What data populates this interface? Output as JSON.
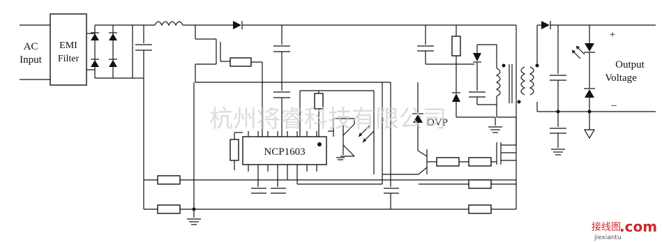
{
  "labels": {
    "ac": "AC",
    "input": "Input",
    "emi1": "EMI",
    "emi2": "Filter",
    "ic": "NCP1603",
    "ovp": "OVP",
    "plus": "+",
    "output1": "Output",
    "output2": "Voltage",
    "minus": "–"
  },
  "watermark": {
    "company": "杭州将睿科技有限公司",
    "site_name": "接线图",
    "site_tld": ".com",
    "site_url": "jiexiantu"
  }
}
